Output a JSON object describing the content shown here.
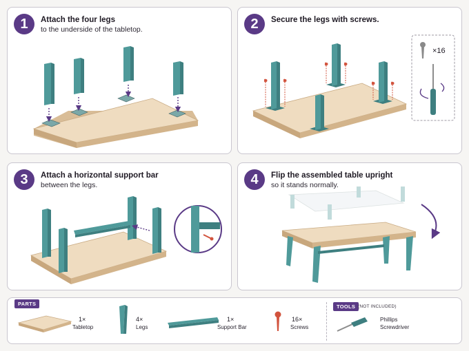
{
  "steps": [
    {
      "number": "1",
      "title": "Attach the four legs",
      "subtitle": "to the underside of the tabletop."
    },
    {
      "number": "2",
      "title": "Secure the legs with screws.",
      "subtitle": "",
      "screw_count": "×16"
    },
    {
      "number": "3",
      "title": "Attach a horizontal support bar",
      "subtitle": "between the legs."
    },
    {
      "number": "4",
      "title": "Flip the assembled table upright",
      "subtitle": "so it stands normally."
    }
  ],
  "parts": {
    "label": "PARTS",
    "items": [
      {
        "qty": "1×",
        "name": "Tabletop"
      },
      {
        "qty": "4×",
        "name": "Legs"
      },
      {
        "qty": "1×",
        "name": "Support Bar"
      },
      {
        "qty": "16×",
        "name": "Screws"
      }
    ]
  },
  "tools": {
    "label": "TOOLS",
    "note": "(NOT INCLUDED)",
    "items": [
      {
        "name": "Phillips Screwdriver"
      }
    ]
  },
  "colors": {
    "accent": "#5a3a86",
    "leg": "#4f9a9a",
    "wood": "#ecd5b6",
    "screw": "#d2533d"
  }
}
